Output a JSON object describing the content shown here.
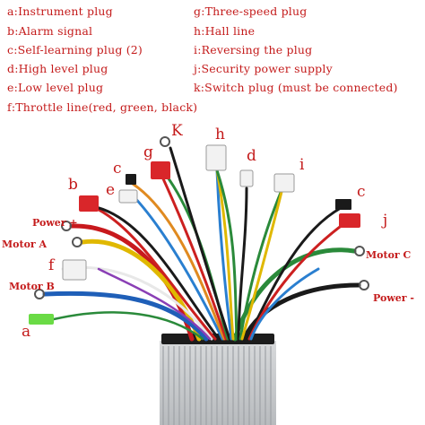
{
  "legend": {
    "left": [
      "a:Instrument plug",
      "b:Alarm signal",
      "c:Self-learning plug (2)",
      "d:High level plug",
      "e:Low level plug",
      "f:Throttle line(red, green, black)"
    ],
    "right": [
      "g:Three-speed plug",
      "h:Hall line",
      "i:Reversing the plug",
      "j:Security power supply",
      "k:Switch plug (must be connected)"
    ]
  },
  "tags": {
    "K": "K",
    "g": "g",
    "h": "h",
    "d": "d",
    "i": "i",
    "c_top": "c",
    "b": "b",
    "e": "e",
    "c_right": "c",
    "j": "j",
    "f": "f",
    "a": "a"
  },
  "side_labels": {
    "power_plus": "Power +",
    "motor_a": "Motor A",
    "motor_b": "Motor B",
    "motor_c": "Motor C",
    "power_minus": "Power -"
  },
  "colors": {
    "label_red": "#c41b1b",
    "controller_body": "#c9cbcd",
    "controller_fin": "#9ea2a6",
    "controller_top": "#1c1c1c"
  }
}
